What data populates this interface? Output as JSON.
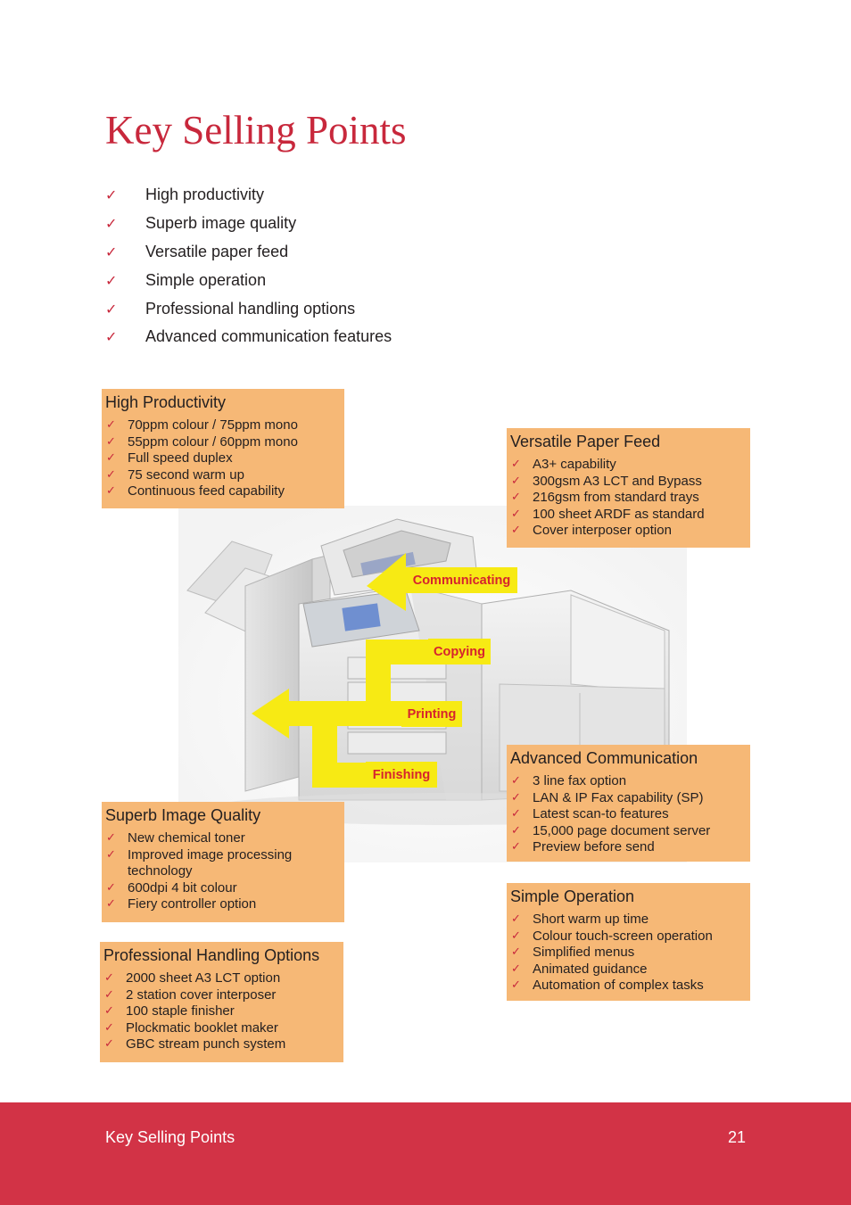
{
  "title": "Key Selling Points",
  "main_points": [
    "High productivity",
    "Superb image quality",
    "Versatile paper feed",
    "Simple operation",
    "Professional handling options",
    "Advanced communication features"
  ],
  "boxes": {
    "high_productivity": {
      "heading": "High Productivity",
      "items": [
        "70ppm colour / 75ppm mono",
        "55ppm colour / 60ppm mono",
        "Full speed duplex",
        "75 second warm up",
        "Continuous feed capability"
      ]
    },
    "versatile_paper_feed": {
      "heading": "Versatile Paper Feed",
      "items": [
        "A3+ capability",
        "300gsm A3 LCT and Bypass",
        "216gsm from standard trays",
        "100 sheet ARDF as standard",
        "Cover interposer option"
      ]
    },
    "advanced_communication": {
      "heading": "Advanced Communication",
      "items": [
        "3 line fax option",
        "LAN & IP Fax capability (SP)",
        "Latest scan-to features",
        "15,000 page document server",
        "Preview before send"
      ]
    },
    "superb_image_quality": {
      "heading": "Superb Image Quality",
      "items": [
        "New chemical toner",
        "Improved image processing technology",
        "600dpi 4 bit colour",
        "Fiery controller option"
      ]
    },
    "simple_operation": {
      "heading": "Simple Operation",
      "items": [
        "Short warm up time",
        "Colour touch-screen operation",
        "Simplified menus",
        "Animated guidance",
        "Automation of complex tasks"
      ]
    },
    "professional_handling": {
      "heading": "Professional Handling Options",
      "items": [
        "2000 sheet A3 LCT option",
        "2 station cover interposer",
        "100 staple finisher",
        "Plockmatic booklet maker",
        "GBC stream punch system"
      ]
    }
  },
  "functions": {
    "communicating": "Communicating",
    "copying": "Copying",
    "printing": "Printing",
    "finishing": "Finishing"
  },
  "check_glyph": "✓",
  "footer": {
    "label": "Key Selling Points",
    "page": "21"
  },
  "colors": {
    "title_red": "#c8283c",
    "box_orange": "#f6b876",
    "arrow_yellow": "#f7ea14",
    "footer_red": "#d23346"
  }
}
